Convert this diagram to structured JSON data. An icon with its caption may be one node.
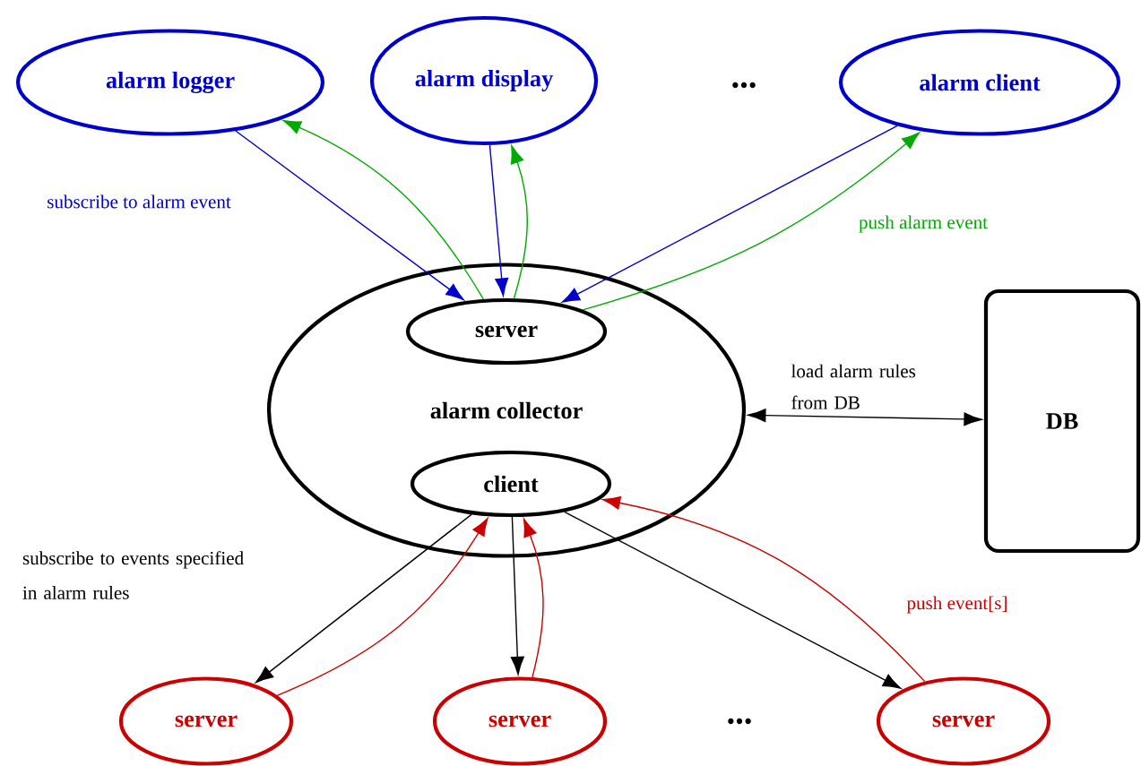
{
  "diagram": {
    "nodes": [
      {
        "text": [
          "alarm logger"
        ]
      },
      {
        "text": [
          "alarm display"
        ]
      },
      {
        "text": [
          "alarm client"
        ]
      },
      {
        "text": [
          "alarm collector"
        ]
      },
      {
        "text": [
          "server"
        ],
        "in": 3
      },
      {
        "text": [
          "client"
        ],
        "in": 3
      },
      {
        "text": [
          "DB"
        ]
      },
      {
        "text": [
          "server"
        ]
      },
      {
        "text": [
          "server"
        ]
      },
      {
        "text": [
          "server"
        ]
      }
    ],
    "edges": [
      {
        "from": 0,
        "to": 4,
        "arrow": "to",
        "color": "#0000cc"
      },
      {
        "from": 4,
        "to": 0,
        "arrow": "to",
        "color": "#00aa00"
      },
      {
        "from": 1,
        "to": 4,
        "arrow": "to",
        "color": "#0000cc"
      },
      {
        "from": 4,
        "to": 1,
        "arrow": "to",
        "color": "#00aa00"
      },
      {
        "from": 2,
        "to": 4,
        "arrow": "to",
        "color": "#0000cc"
      },
      {
        "from": 4,
        "to": 2,
        "arrow": "to",
        "color": "#00aa00"
      },
      {
        "from": 3,
        "to": 6,
        "arrow": "both",
        "label": "load alarm rules from DB"
      },
      {
        "from": 5,
        "to": 7,
        "arrow": "to"
      },
      {
        "from": 7,
        "to": 5,
        "arrow": "to",
        "color": "#cc0000"
      },
      {
        "from": 5,
        "to": 8,
        "arrow": "to"
      },
      {
        "from": 8,
        "to": 5,
        "arrow": "to",
        "color": "#cc0000"
      },
      {
        "from": 5,
        "to": 9,
        "arrow": "to"
      },
      {
        "from": 9,
        "to": 5,
        "arrow": "to",
        "color": "#cc0000"
      }
    ],
    "labels": [
      "...",
      "subscribe to alarm event",
      "push alarm event",
      "subscribe to events specified in alarm rules",
      "push event[s]",
      "..."
    ]
  }
}
